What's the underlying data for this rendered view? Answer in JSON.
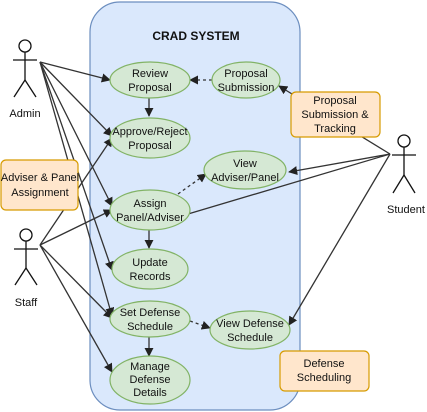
{
  "system": {
    "title": "CRAD SYSTEM",
    "fill": "#dae8fc",
    "stroke": "#6c8ebf"
  },
  "actors": {
    "admin": "Admin",
    "staff": "Staff",
    "student": "Student"
  },
  "use_cases": {
    "review_proposal": [
      "Review",
      "Proposal"
    ],
    "proposal_submission": [
      "Proposal",
      "Submission"
    ],
    "approve_reject": [
      "Approve/Reject",
      "Proposal"
    ],
    "view_adviser_panel": [
      "View",
      "Adviser/Panel"
    ],
    "assign_panel_adviser": [
      "Assign",
      "Panel/Adviser"
    ],
    "update_records": [
      "Update",
      "Records"
    ],
    "set_defense_schedule": [
      "Set Defense",
      "Schedule"
    ],
    "view_defense_schedule": [
      "View Defense",
      "Schedule"
    ],
    "manage_defense_details": [
      "Manage",
      "Defense",
      "Details"
    ]
  },
  "notes": {
    "proposal_tracking": [
      "Proposal",
      "Submission &",
      "Tracking"
    ],
    "adviser_panel": [
      "Adviser & Panel",
      "Assignment"
    ],
    "defense_scheduling": [
      "Defense",
      "Scheduling"
    ]
  },
  "colors": {
    "use_case_fill": "#d5e8d4",
    "use_case_stroke": "#82b366",
    "note_fill": "#ffe6cc",
    "note_stroke": "#d79b00",
    "line": "#333333"
  }
}
